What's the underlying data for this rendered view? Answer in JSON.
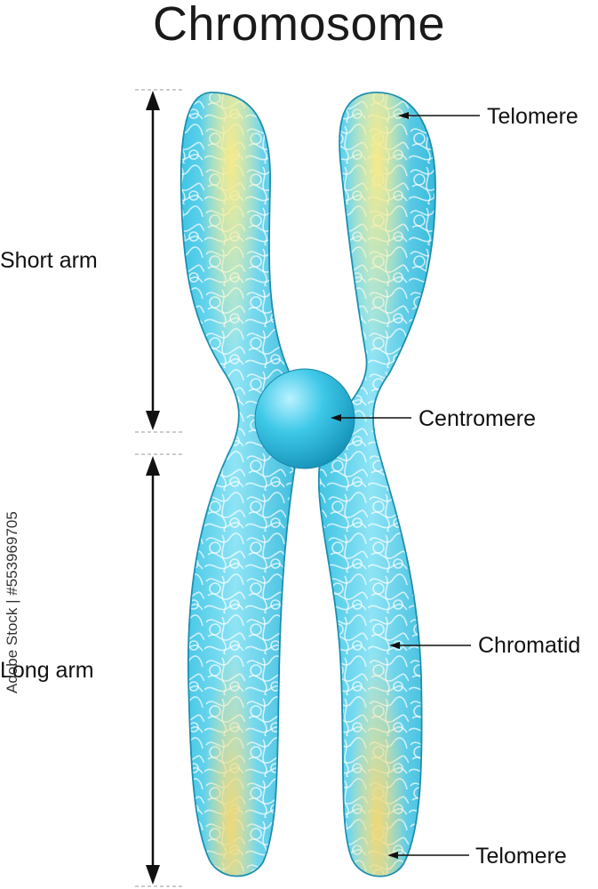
{
  "title": "Chromosome",
  "labels": {
    "short_arm": "Short arm",
    "long_arm": "Long arm",
    "telomere_top": "Telomere",
    "centromere": "Centromere",
    "chromatid": "Chromatid",
    "telomere_bottom": "Telomere"
  },
  "watermark": "Adobe Stock | #553969705",
  "colors": {
    "chromatid_fill": "#5ed3ec",
    "chromatid_outline": "#1e8fb0",
    "telomere": "#f2e27a",
    "centromere": "#2cb6d9",
    "chromatin": "#ffffff",
    "arrow": "#111111",
    "guide_dash": "#bbbbbb"
  }
}
